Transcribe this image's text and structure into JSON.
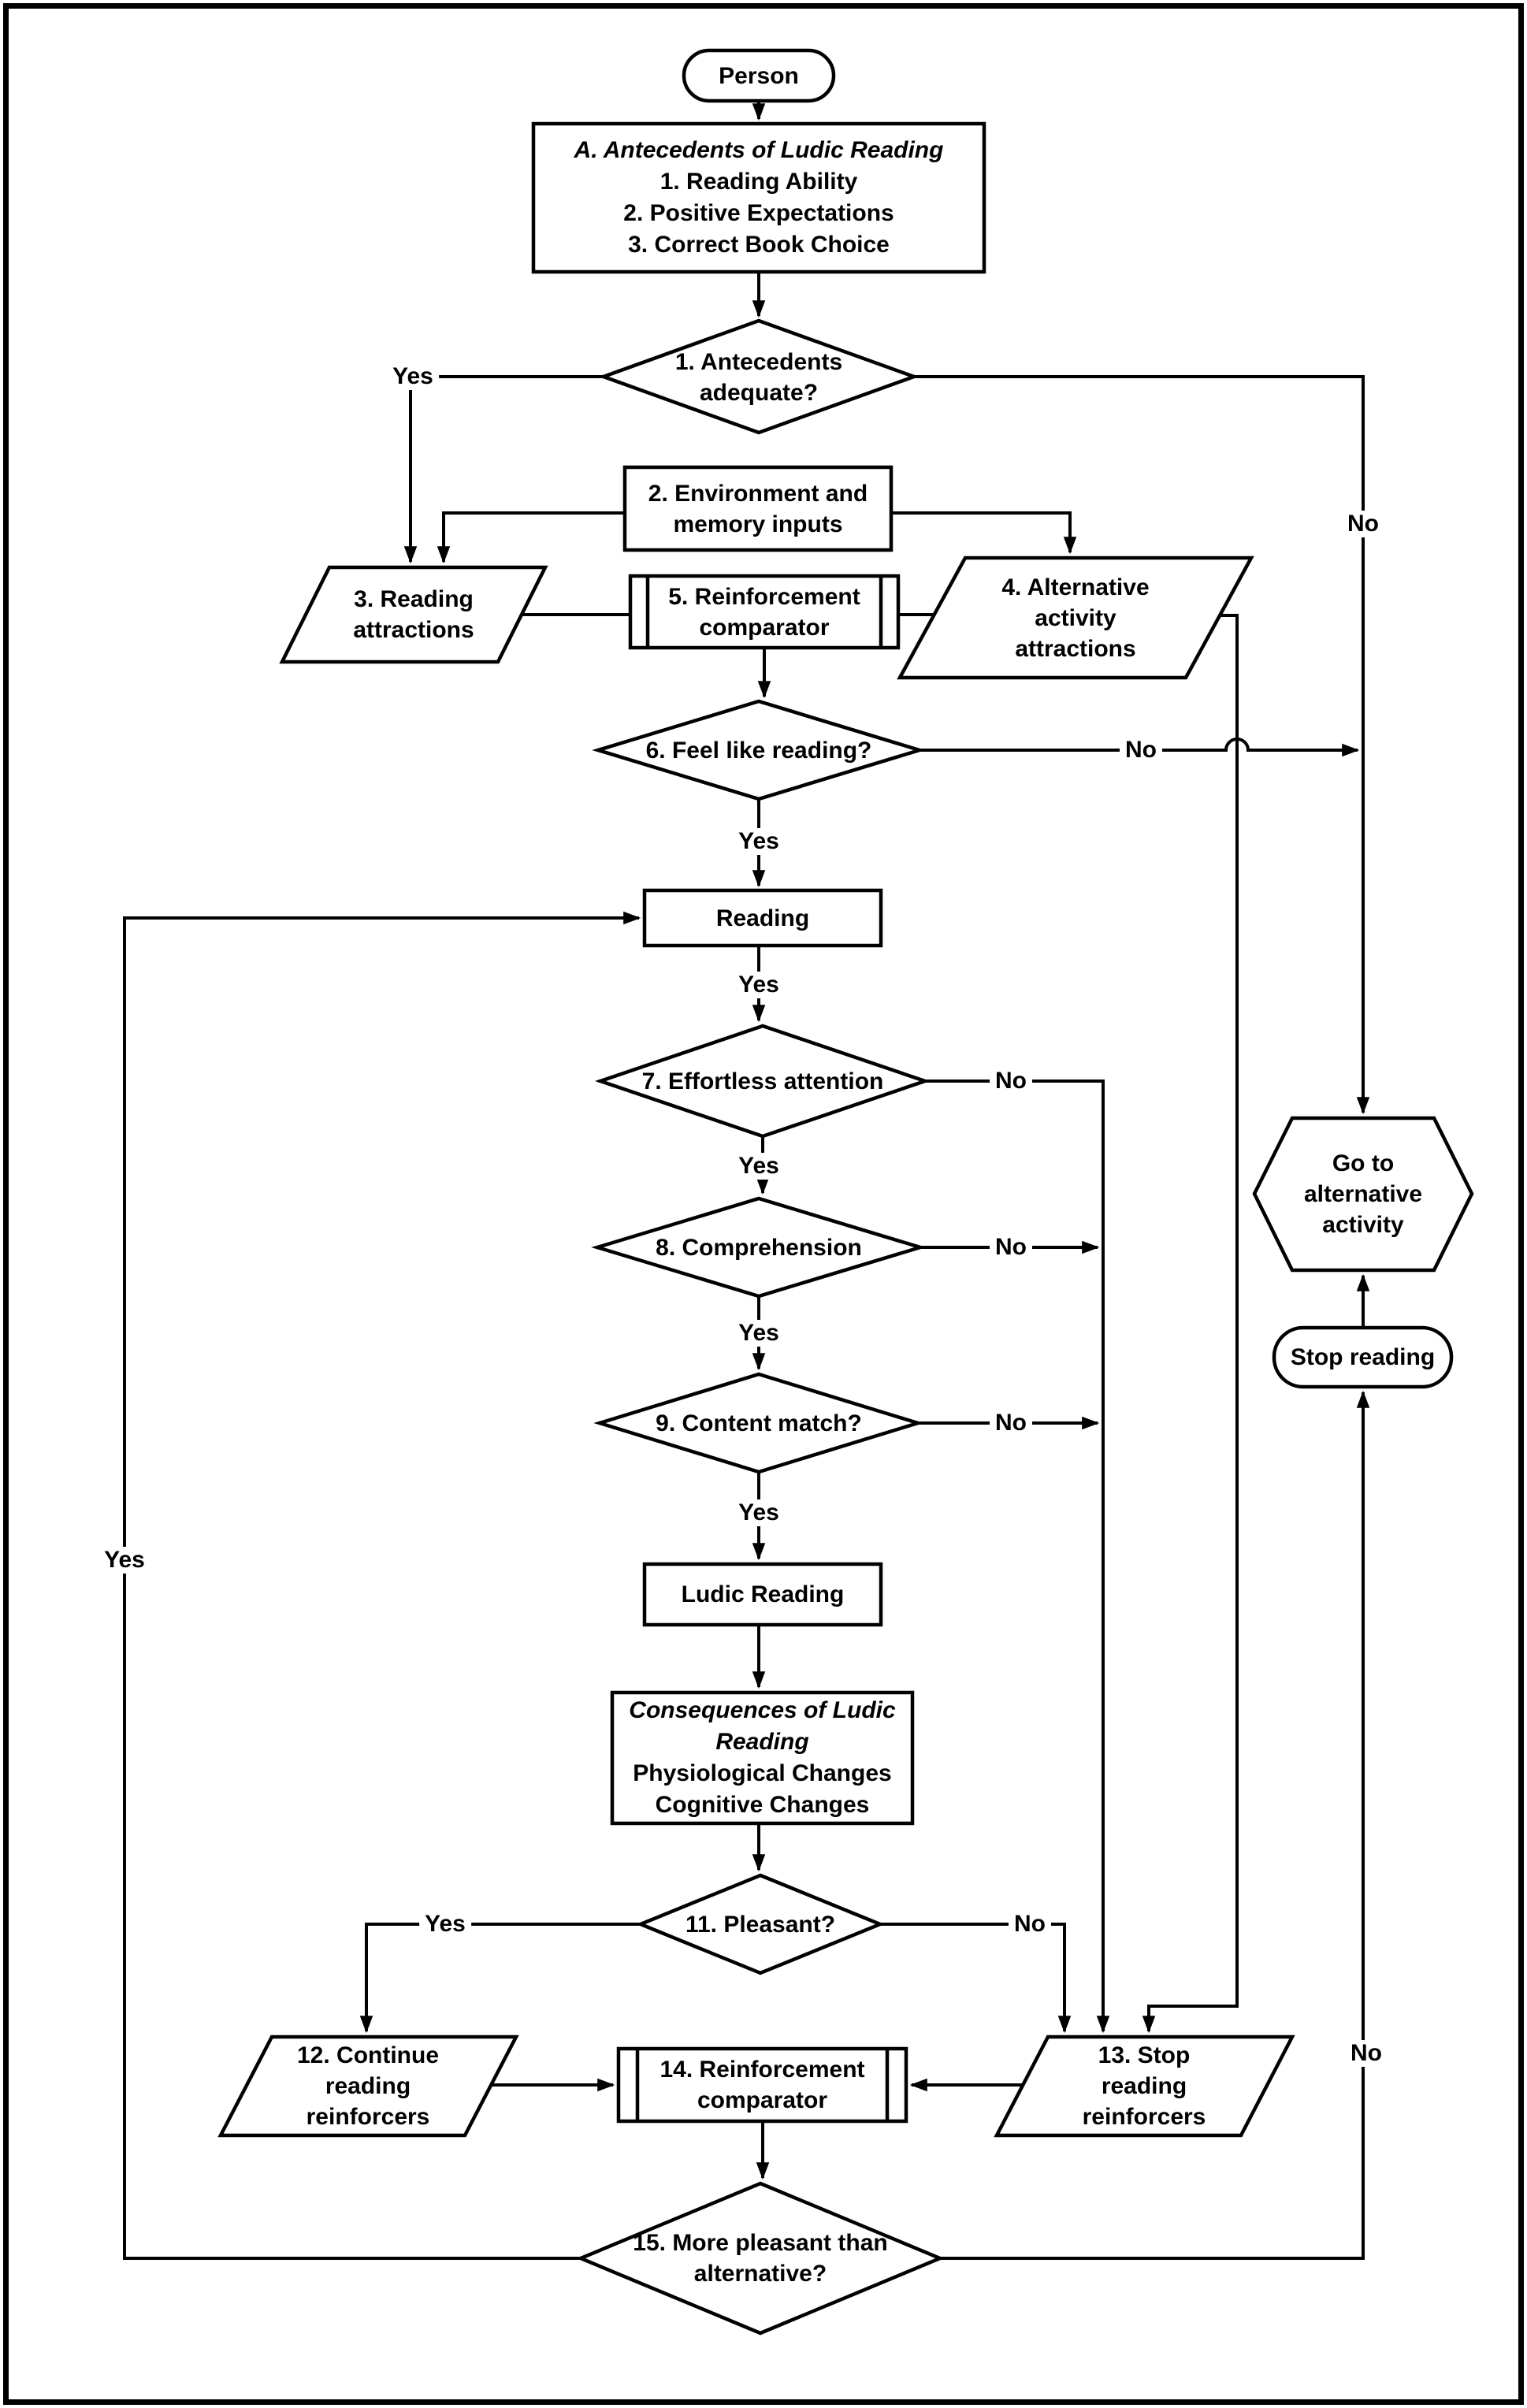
{
  "nodes": {
    "person": {
      "label": "Person"
    },
    "antecedents": {
      "lines": [
        "A. Antecedents of Ludic Reading",
        "1. Reading Ability",
        "2. Positive Expectations",
        "3. Correct Book Choice"
      ]
    },
    "antecedents_adequate": {
      "lines": [
        "1. Antecedents",
        "adequate?"
      ]
    },
    "environment": {
      "lines": [
        "2. Environment and",
        "memory inputs"
      ]
    },
    "reading_attractions": {
      "lines": [
        "3. Reading",
        "attractions"
      ]
    },
    "reinforcement_comparator_5": {
      "lines": [
        "5. Reinforcement",
        "comparator"
      ]
    },
    "alternative_attractions": {
      "lines": [
        "4. Alternative",
        "activity",
        "attractions"
      ]
    },
    "feel_like_reading": {
      "label": "6. Feel like reading?"
    },
    "reading": {
      "label": "Reading"
    },
    "effortless_attention": {
      "label": "7. Effortless attention"
    },
    "comprehension": {
      "label": "8. Comprehension"
    },
    "content_match": {
      "label": "9. Content match?"
    },
    "ludic_reading": {
      "label": "Ludic Reading"
    },
    "consequences": {
      "lines": [
        "Consequences of Ludic",
        "Reading",
        "Physiological Changes",
        "Cognitive Changes"
      ]
    },
    "pleasant": {
      "label": "11. Pleasant?"
    },
    "continue_reading_reinforcers": {
      "lines": [
        "12. Continue",
        "reading",
        "reinforcers"
      ]
    },
    "reinforcement_comparator_14": {
      "lines": [
        "14. Reinforcement",
        "comparator"
      ]
    },
    "stop_reading_reinforcers": {
      "lines": [
        "13. Stop",
        "reading",
        "reinforcers"
      ]
    },
    "more_pleasant": {
      "lines": [
        "15. More pleasant than",
        "alternative?"
      ]
    },
    "go_to_alternative": {
      "lines": [
        "Go to",
        "alternative",
        "activity"
      ]
    },
    "stop_reading": {
      "label": "Stop reading"
    }
  },
  "edge_labels": {
    "antecedents_yes": "Yes",
    "antecedents_no": "No",
    "feel_like_reading_yes": "Yes",
    "feel_like_reading_no": "No",
    "reading_continue_yes": "Yes",
    "effortless_attention_yes": "Yes",
    "effortless_attention_no": "No",
    "comprehension_yes": "Yes",
    "comprehension_no": "No",
    "content_match_yes": "Yes",
    "content_match_no": "No",
    "pleasant_yes": "Yes",
    "pleasant_no": "No",
    "more_pleasant_yes": "Yes",
    "more_pleasant_no": "No"
  },
  "colors": {
    "line": "#000000",
    "background": "#ffffff"
  }
}
